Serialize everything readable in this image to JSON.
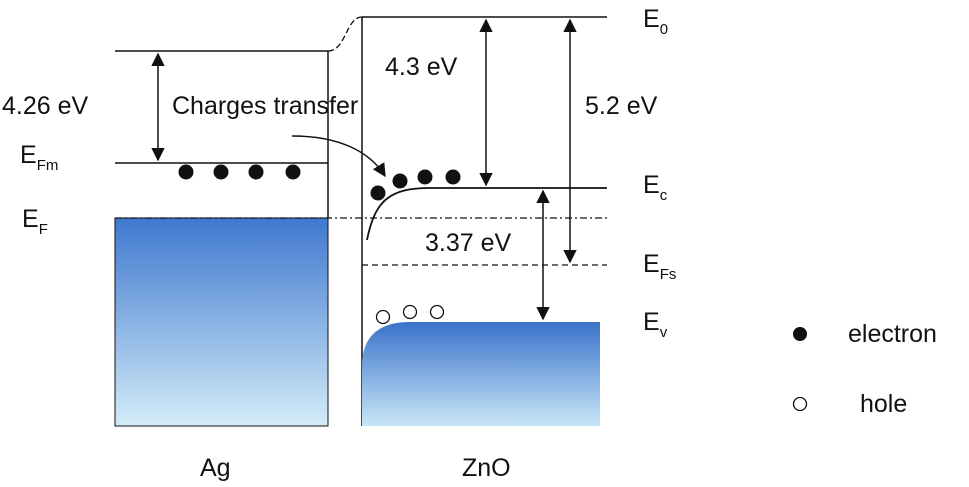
{
  "colors": {
    "ink": "#111111",
    "band_top": "#3f78cf",
    "band_bottom": "#d3ecf8"
  },
  "labels": {
    "work_function_ag": "4.26 eV",
    "charges_transfer": "Charges transfer",
    "e_fm": {
      "main": "E",
      "sub": "Fm"
    },
    "e_f": {
      "main": "E",
      "sub": "F"
    },
    "e_0": {
      "main": "E",
      "sub": "0"
    },
    "e_c": {
      "main": "E",
      "sub": "c"
    },
    "e_fs": {
      "main": "E",
      "sub": "Fs"
    },
    "e_v": {
      "main": "E",
      "sub": "v"
    },
    "electron_affinity": "4.3 eV",
    "work_function_zno": "5.2 eV",
    "band_gap": "3.37 eV",
    "metal": "Ag",
    "semiconductor": "ZnO"
  },
  "legend": {
    "electron": "electron",
    "hole": "hole"
  }
}
